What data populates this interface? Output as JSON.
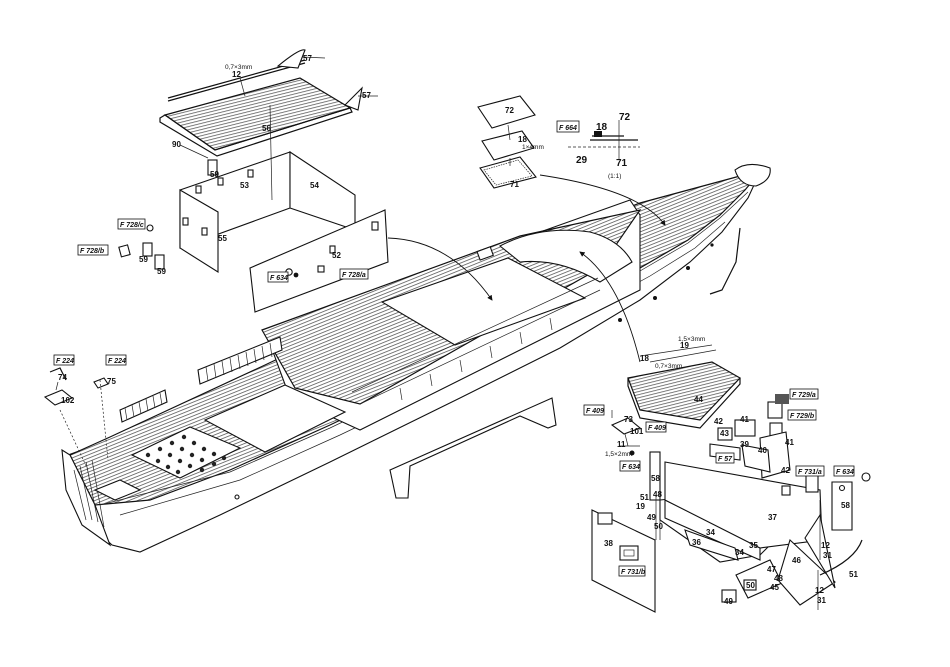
{
  "labels": {
    "l57a": "57",
    "l57b": "57",
    "l12top": "12",
    "dim_0p7x3": "0,7×3mm",
    "l56": "56",
    "l90": "90",
    "l59a": "59",
    "l53": "53",
    "l54": "54",
    "l55": "55",
    "l59b": "59",
    "l59c": "59",
    "l52": "52",
    "f728c": "F 728/c",
    "f728b": "F 728/b",
    "f634a": "F 634",
    "f728a": "F 728/a",
    "l72a": "72",
    "l18a": "18",
    "dim_1x4": "1×4mm",
    "l71a": "71",
    "f664": "F 664",
    "l18b": "18",
    "l72b": "72",
    "l29": "29",
    "l71b": "71",
    "scale": "(1:1)",
    "f224a": "F 224",
    "l74": "74",
    "l102": "102",
    "f224b": "F 224",
    "l75": "75",
    "dim_1p5x3": "1,5×3mm",
    "l18c": "18",
    "l19": "19",
    "dim_0p7x3b": "0,7×3mm",
    "l44": "44",
    "f409a": "F 409",
    "f409b": "F 409",
    "l73": "73",
    "l101": "101",
    "l11": "11",
    "dim_1p5x2": "1,5×2mm",
    "f634b": "F 634",
    "f729a": "F 729/a",
    "f729b": "F 729/b",
    "l42a": "42",
    "l41a": "41",
    "l43": "43",
    "l39": "39",
    "l40": "40",
    "f57": "F 57",
    "l41b": "41",
    "l42b": "42",
    "f731a": "F 731/a",
    "f634c": "F 634",
    "l58a": "58",
    "l58b": "58",
    "l48a": "48",
    "l51a": "51",
    "l19b": "19",
    "l49a": "49",
    "l50a": "50",
    "l37": "37",
    "l34a": "34",
    "l36": "36",
    "l35": "35",
    "l34b": "34",
    "l38": "38",
    "f731b": "F 731/b",
    "l12b": "12",
    "l31a": "31",
    "l46": "46",
    "l47": "47",
    "l48b": "48",
    "l45": "45",
    "l50b": "50",
    "l49b": "49",
    "l12c": "12",
    "l31b": "31",
    "l51b": "51"
  }
}
